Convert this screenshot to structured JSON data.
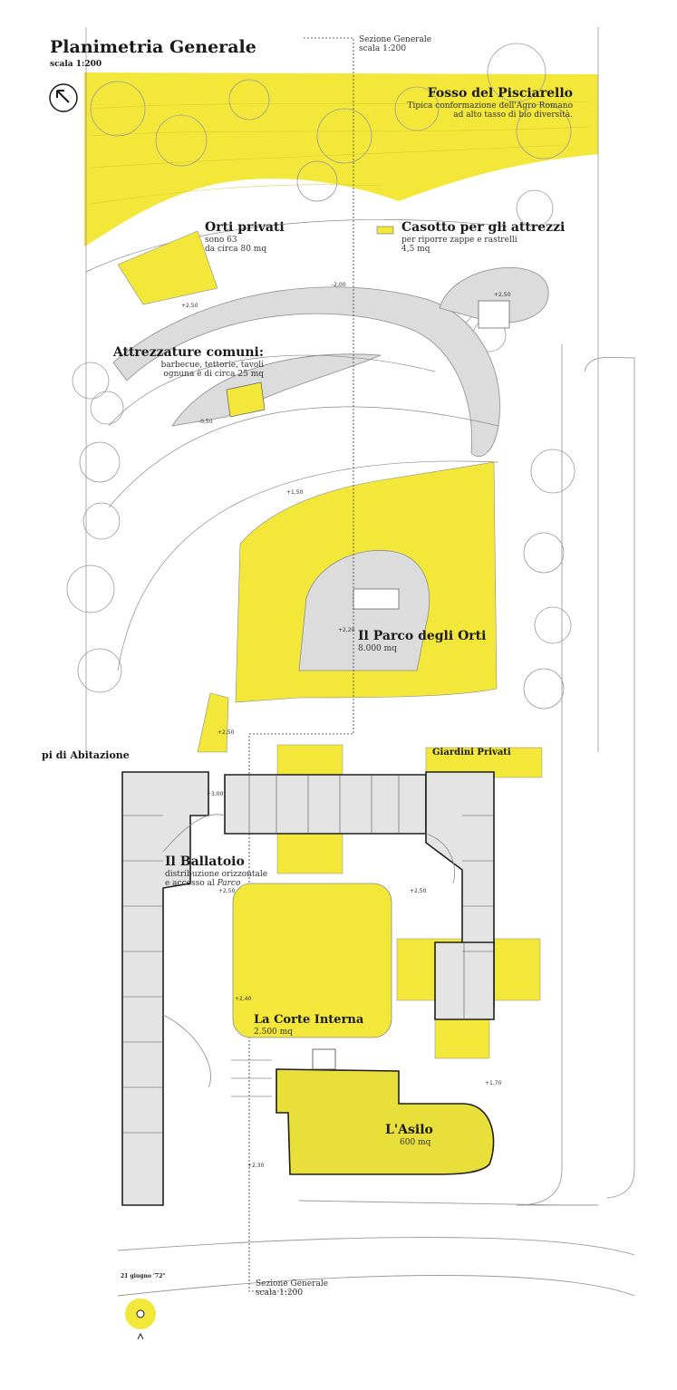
{
  "title": "Planimetria Generale",
  "scale": "scala 1:200",
  "sections": {
    "top": {
      "title": "Sezione Generale",
      "scale": "scala 1:200"
    },
    "bottom": {
      "title": "Sezione Generale",
      "scale": "scala 1:200"
    }
  },
  "labels": {
    "fosso": {
      "title": "Fosso del Pisciarello",
      "line1": "Tipica conformazione dell'Agro Romano",
      "line2": "ad alto tasso di bio diversità."
    },
    "orti": {
      "title": "Orti privati",
      "line1": "sono 63",
      "line2": "da circa 80 mq"
    },
    "casotto": {
      "title": "Casotto per gli attrezzi",
      "line1": "per riporre zappe e rastrelli",
      "line2": "4,5 mq"
    },
    "attrezzature": {
      "title": "Attrezzature comuni:",
      "line1": "barbecue, tettorie, tavoli",
      "line2": "ognuna è di circa 25 mq"
    },
    "parco": {
      "title": "Il Parco degli Orti",
      "line1": "8.000 mq"
    },
    "abitazione": {
      "title": "pi di Abitazione"
    },
    "giardini": {
      "title": "Giardini Privati"
    },
    "ballatoio": {
      "title": "Il Ballatoio",
      "line1": "distribuzione orizzontale",
      "line2": "e accesso al ",
      "line2_em": "Parco"
    },
    "corte": {
      "title": "La Corte Interna",
      "line1": "2.500 mq"
    },
    "asilo": {
      "title": "L'Asilo",
      "line1": "600 mq"
    },
    "sun": {
      "title": "21 giugno ’72°"
    }
  },
  "levels": {
    "l1": "-2,00",
    "l2": "+2,50",
    "l3": "+2,50",
    "l4": "-0,50",
    "l5": "+1,50",
    "l6": "+2,20",
    "l7": "+2,50",
    "l8": "+3,00",
    "l9": "+2,50",
    "l10": "+2,50",
    "l11": "+2,40",
    "l12": "+1,70",
    "l13": "+2,30"
  },
  "colors": {
    "highlight": "#f3e83a",
    "ground": "#dcdcdc",
    "line": "#8a8a8a",
    "text": "#1a1a1a"
  }
}
